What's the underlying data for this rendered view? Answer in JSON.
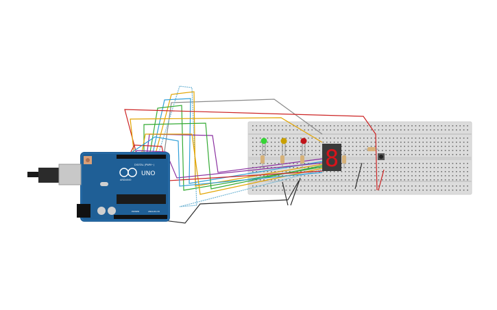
{
  "board": {
    "logo_text": "UNO",
    "brand_text": "ARDUINO",
    "header_digital": "DIGITAL (PWM~)",
    "header_power": "POWER",
    "header_analog": "ANALOG IN",
    "color": "#1f5f96"
  },
  "components": {
    "led_colors": [
      "#35d435",
      "#c9a000",
      "#c0141a"
    ],
    "seven_segment_digit": "8",
    "seven_segment_color": "#d8141b"
  },
  "wire_colors": [
    "#8a8a8a",
    "#2f9fd8",
    "#e2a400",
    "#33aa33",
    "#8a2fa0",
    "#c22",
    "#2b2b2b",
    "#6fb4d4"
  ]
}
